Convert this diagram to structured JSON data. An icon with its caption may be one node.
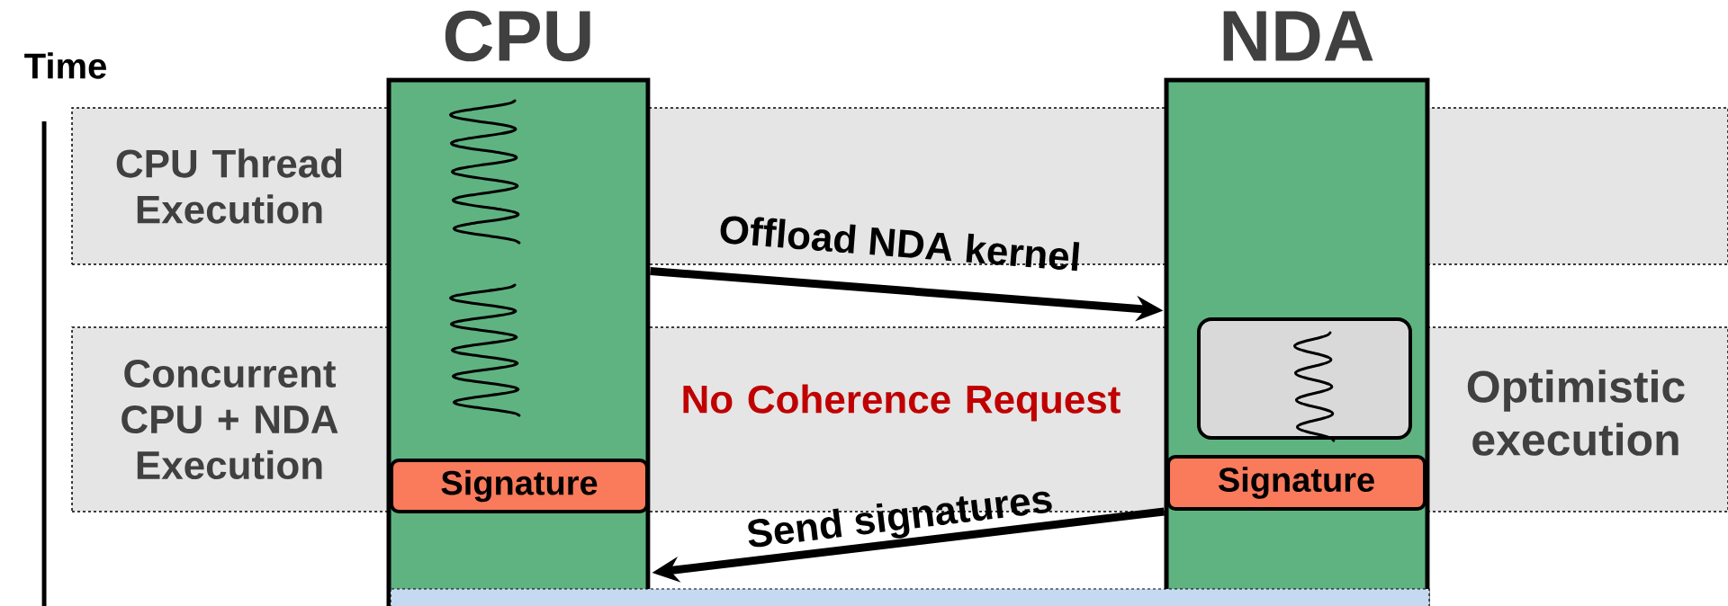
{
  "diagram": {
    "nodes": [
      {
        "text": [
          "CPU"
        ]
      },
      {
        "text": [
          "NDA"
        ]
      },
      {
        "text": [
          "CPU Thread Execution"
        ]
      },
      {
        "text": [
          "Concurrent CPU + NDA Execution"
        ]
      },
      {
        "text": [
          "Signature"
        ]
      },
      {
        "text": [],
        "shape": "box",
        "in": 1
      },
      {
        "text": [
          "Signature"
        ]
      }
    ],
    "edges": [
      {
        "from": 0,
        "to": 1,
        "arrow": "to",
        "label": "Offload NDA kernel"
      },
      {
        "from": 1,
        "to": 0,
        "arrow": "to",
        "label": "Send signatures"
      }
    ],
    "labels": [
      "Time",
      "No Coherence Request",
      "Optimistic execution"
    ]
  }
}
